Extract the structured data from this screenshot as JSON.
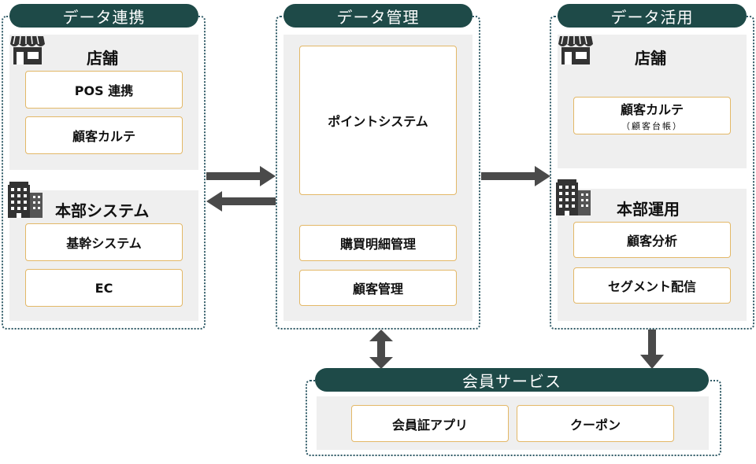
{
  "colors": {
    "header": "#1e4a48",
    "frame": "#2f5a66",
    "panel": "#efefef",
    "box_border": "#e3b867",
    "arrow": "#4a4a4a"
  },
  "data_link": {
    "header": "データ連携",
    "store": {
      "title": "店舗",
      "icon": "store-icon",
      "items": [
        "POS 連携",
        "顧客カルテ"
      ]
    },
    "hq": {
      "title": "本部システム",
      "icon": "building-icon",
      "items": [
        "基幹システム",
        "EC"
      ]
    }
  },
  "data_mgmt": {
    "header": "データ管理",
    "main": "ポイントシステム",
    "items": [
      "購買明細管理",
      "顧客管理"
    ]
  },
  "data_use": {
    "header": "データ活用",
    "store": {
      "title": "店舗",
      "icon": "store-icon",
      "item": "顧客カルテ",
      "item_sub": "（顧客台帳）"
    },
    "hq": {
      "title": "本部運用",
      "icon": "building-icon",
      "items": [
        "顧客分析",
        "セグメント配信"
      ]
    }
  },
  "member": {
    "header": "会員サービス",
    "items": [
      "会員証アプリ",
      "クーポン"
    ]
  }
}
